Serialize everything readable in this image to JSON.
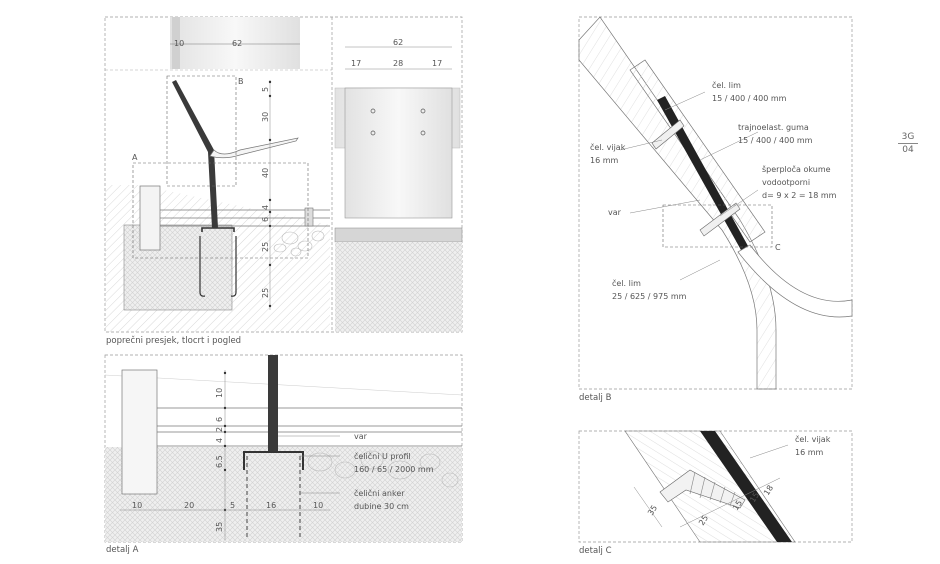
{
  "page": {
    "sheet": "3G",
    "number": "04"
  },
  "colors": {
    "steel": "#3a3a3a",
    "line": "#888888",
    "ground": "#d9d9d9",
    "concrete": "#ececec",
    "plywood": "#ffffff"
  },
  "section_main": {
    "caption": "poprečni presjek, tlocrt i pogled",
    "top_dims": [
      "10",
      "62"
    ],
    "right_dims": [
      "5",
      "30",
      "40",
      "4",
      "6",
      "25",
      "25"
    ],
    "label_a": "A",
    "label_b": "B",
    "view_dims": [
      "62",
      "17",
      "28",
      "17"
    ]
  },
  "detail_a": {
    "caption": "detalj A",
    "vertical_dims": [
      "10",
      "6",
      "2",
      "4",
      "6.5",
      "35"
    ],
    "bottom_dims": [
      "10",
      "20",
      "5",
      "16",
      "10"
    ],
    "notes": [
      "var",
      "čelični U profil",
      "160 / 65 / 2000 mm",
      "čelični anker",
      "dubine 30 cm"
    ]
  },
  "detail_b": {
    "caption": "detalj B",
    "label_c": "C",
    "notes": {
      "lim_top_1": "čel. lim",
      "lim_top_2": "15 / 400 / 400 mm",
      "guma_1": "trajnoelast. guma",
      "guma_2": "15 / 400 / 400 mm",
      "vijak_1": "čel. vijak",
      "vijak_2": "16 mm",
      "sperploca_1": "šperploča okume",
      "sperploca_2": "vodootporni",
      "sperploca_3": "d= 9 x 2 = 18 mm",
      "var": "var",
      "lim_bottom_1": "čel. lim",
      "lim_bottom_2": "25 / 625 / 975 mm"
    }
  },
  "detail_c": {
    "caption": "detalj C",
    "notes": [
      "čel. vijak",
      "16 mm"
    ],
    "dims": [
      "35",
      "25",
      "15",
      "15",
      "18"
    ]
  }
}
